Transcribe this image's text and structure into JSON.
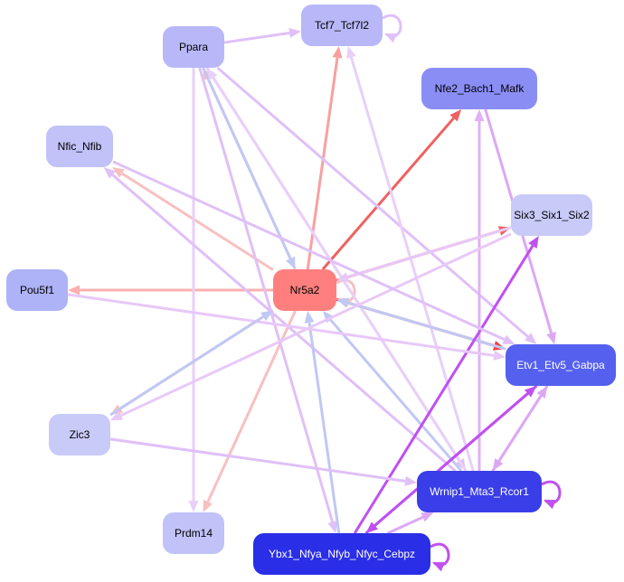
{
  "nodes": [
    {
      "id": "nr5a2",
      "label": "Nr5a2",
      "color": "#ff7f7f",
      "text": "#000000"
    },
    {
      "id": "tcf7",
      "label": "Tcf7_Tcf7l2",
      "color": "#b8b8f8",
      "text": "#000000"
    },
    {
      "id": "ppara",
      "label": "Ppara",
      "color": "#b8b8f8",
      "text": "#000000"
    },
    {
      "id": "nfe2",
      "label": "Nfe2_Bach1_Mafk",
      "color": "#8a8ef4",
      "text": "#000000"
    },
    {
      "id": "nfic",
      "label": "Nfic_Nfib",
      "color": "#c0c2f8",
      "text": "#000000"
    },
    {
      "id": "six3",
      "label": "Six3_Six1_Six2",
      "color": "#c8caf8",
      "text": "#000000"
    },
    {
      "id": "pou5f1",
      "label": "Pou5f1",
      "color": "#aeb2f6",
      "text": "#000000"
    },
    {
      "id": "etv1",
      "label": "Etv1_Etv5_Gabpa",
      "color": "#5560ee",
      "text": "#ffffff"
    },
    {
      "id": "zic3",
      "label": "Zic3",
      "color": "#c8caf8",
      "text": "#000000"
    },
    {
      "id": "wrnip1",
      "label": "Wrnip1_Mta3_Rcor1",
      "color": "#3a3ee8",
      "text": "#ffffff"
    },
    {
      "id": "prdm14",
      "label": "Prdm14",
      "color": "#c0c2f8",
      "text": "#000000"
    },
    {
      "id": "ybx1",
      "label": "Ybx1_Nfya_Nfyb_Nfyc_Cebpz",
      "color": "#2a2ee6",
      "text": "#ffffff"
    }
  ],
  "edges": [
    {
      "from": "nr5a2",
      "to": "tcf7",
      "color": "#f8a0a0"
    },
    {
      "from": "nr5a2",
      "to": "nfe2",
      "color": "#f06060"
    },
    {
      "from": "nr5a2",
      "to": "six3",
      "color": "#f06060"
    },
    {
      "from": "nr5a2",
      "to": "etv1",
      "color": "#f04040"
    },
    {
      "from": "nr5a2",
      "to": "nfic",
      "color": "#f8c0c0"
    },
    {
      "from": "nr5a2",
      "to": "pou5f1",
      "color": "#f8b0b0"
    },
    {
      "from": "nr5a2",
      "to": "zic3",
      "color": "#f8c0c0"
    },
    {
      "from": "nr5a2",
      "to": "prdm14",
      "color": "#f8c0c0"
    },
    {
      "from": "nr5a2",
      "to": "ppara",
      "color": "#f8c0c0"
    },
    {
      "from": "nr5a2",
      "to": "nr5a2",
      "color": "#f8c0c0"
    },
    {
      "from": "ppara",
      "to": "tcf7",
      "color": "#e0c0f8"
    },
    {
      "from": "ppara",
      "to": "nr5a2",
      "color": "#c0c8f4"
    },
    {
      "from": "ppara",
      "to": "prdm14",
      "color": "#e8d0f8"
    },
    {
      "from": "ppara",
      "to": "etv1",
      "color": "#e0c0f8"
    },
    {
      "from": "ppara",
      "to": "wrnip1",
      "color": "#e0c0f8"
    },
    {
      "from": "ppara",
      "to": "ybx1",
      "color": "#e0c0f8"
    },
    {
      "from": "tcf7",
      "to": "tcf7",
      "color": "#e0c0f8"
    },
    {
      "from": "wrnip1",
      "to": "tcf7",
      "color": "#e8d0f8"
    },
    {
      "from": "wrnip1",
      "to": "ppara",
      "color": "#e8d0f8"
    },
    {
      "from": "wrnip1",
      "to": "nfe2",
      "color": "#e0b0f8"
    },
    {
      "from": "wrnip1",
      "to": "nr5a2",
      "color": "#c0c8f4"
    },
    {
      "from": "wrnip1",
      "to": "nfic",
      "color": "#e0c0f8"
    },
    {
      "from": "wrnip1",
      "to": "etv1",
      "color": "#dca8f4"
    },
    {
      "from": "wrnip1",
      "to": "wrnip1",
      "color": "#c050f0"
    },
    {
      "from": "etv1",
      "to": "nr5a2",
      "color": "#c0c8f4"
    },
    {
      "from": "etv1",
      "to": "wrnip1",
      "color": "#dca8f4"
    },
    {
      "from": "etv1",
      "to": "ybx1",
      "color": "#c050f0"
    },
    {
      "from": "nfe2",
      "to": "etv1",
      "color": "#dca8f4"
    },
    {
      "from": "ybx1",
      "to": "nr5a2",
      "color": "#c0c8f4"
    },
    {
      "from": "ybx1",
      "to": "etv1",
      "color": "#c050f0"
    },
    {
      "from": "ybx1",
      "to": "six3",
      "color": "#c050f0"
    },
    {
      "from": "ybx1",
      "to": "wrnip1",
      "color": "#dca8f4"
    },
    {
      "from": "ybx1",
      "to": "ybx1",
      "color": "#c050f0"
    },
    {
      "from": "pou5f1",
      "to": "etv1",
      "color": "#e8c8f8"
    },
    {
      "from": "zic3",
      "to": "nr5a2",
      "color": "#c0c8f4"
    },
    {
      "from": "zic3",
      "to": "wrnip1",
      "color": "#e0c0f8"
    },
    {
      "from": "six3",
      "to": "zic3",
      "color": "#e8c8f8"
    },
    {
      "from": "six3",
      "to": "nr5a2",
      "color": "#e8c8f8"
    },
    {
      "from": "nfic",
      "to": "etv1",
      "color": "#e0c0f8"
    }
  ]
}
